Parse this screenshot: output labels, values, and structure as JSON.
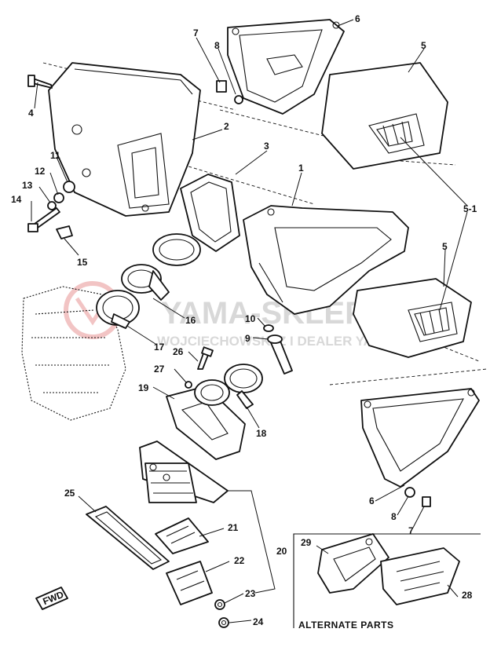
{
  "watermark": {
    "brand": "YAMA-SKLEP.PL",
    "subtitle": "WOJCIECHOWSKI Z  I DEALER YAMAHA"
  },
  "callouts": [
    "1",
    "2",
    "3",
    "4",
    "5",
    "5",
    "5-1",
    "6",
    "6",
    "7",
    "7",
    "8",
    "8",
    "9",
    "10",
    "11",
    "12",
    "13",
    "14",
    "15",
    "16",
    "17",
    "18",
    "19",
    "20",
    "21",
    "22",
    "23",
    "24",
    "25",
    "26",
    "27",
    "28",
    "29"
  ],
  "fwd_label": "FWD",
  "alternate_parts_label": "ALTERNATE PARTS"
}
